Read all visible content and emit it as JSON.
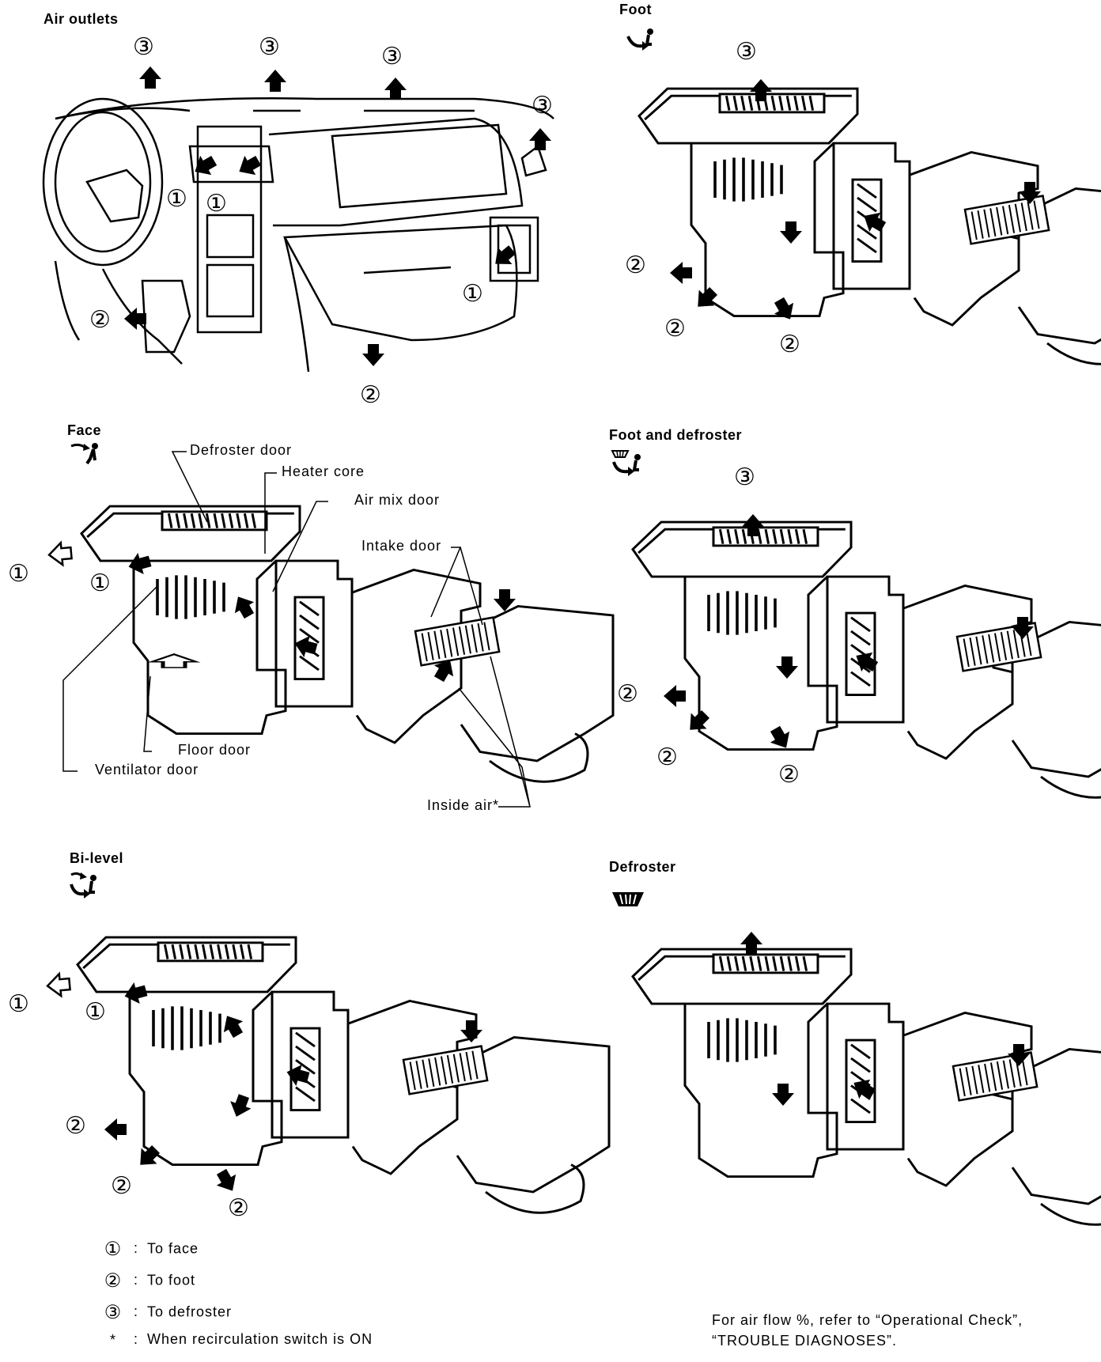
{
  "panels": {
    "air_outlets": {
      "title": "Air outlets"
    },
    "foot": {
      "title": "Foot",
      "icon": "foot-mode-icon"
    },
    "face": {
      "title": "Face",
      "icon": "face-mode-icon"
    },
    "foot_defroster": {
      "title": "Foot and defroster",
      "icon": "foot-defroster-mode-icon"
    },
    "bilevel": {
      "title": "Bi-level",
      "icon": "bilevel-mode-icon"
    },
    "defroster": {
      "title": "Defroster",
      "icon": "defroster-mode-icon"
    }
  },
  "callouts": {
    "defroster_door": "Defroster door",
    "heater_core": "Heater core",
    "air_mix_door": "Air mix door",
    "intake_door": "Intake door",
    "floor_door": "Floor door",
    "ventilator_door": "Ventilator door",
    "inside_air": "Inside air*"
  },
  "markers": {
    "face": "①",
    "foot": "②",
    "defroster": "③"
  },
  "legend": [
    {
      "symbol": "①",
      "text": "To face"
    },
    {
      "symbol": "②",
      "text": "To foot"
    },
    {
      "symbol": "③",
      "text": "To defroster"
    },
    {
      "symbol": "*",
      "text": "When recirculation switch is ON"
    }
  ],
  "legend_separator": ":",
  "note": {
    "line1": "For air flow %, refer to “Operational Check”,",
    "line2": "“TROUBLE DIAGNOSES”."
  }
}
